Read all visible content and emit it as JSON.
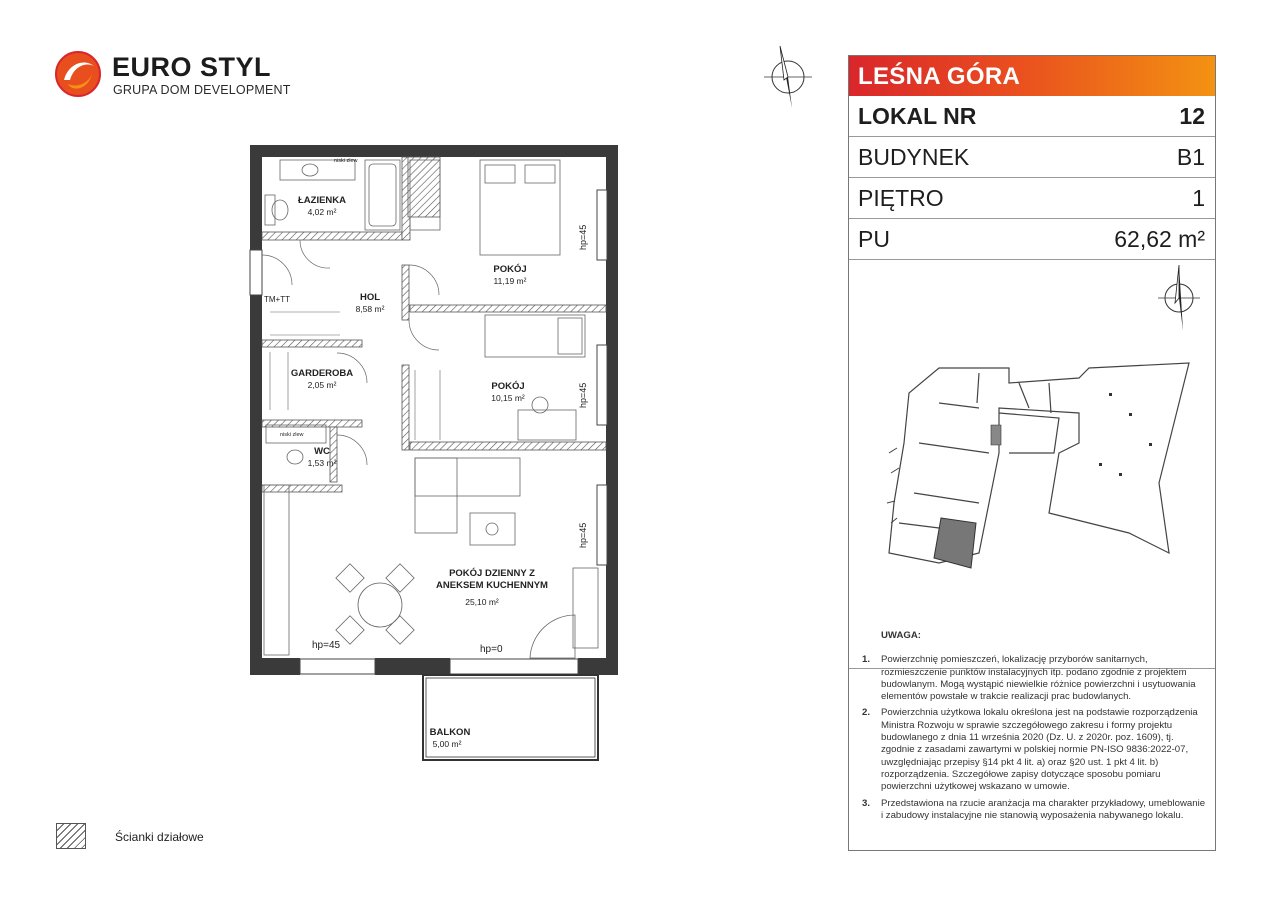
{
  "logo": {
    "brand": "EURO STYL",
    "subtitle": "GRUPA DOM DEVELOPMENT"
  },
  "colors": {
    "accent_start": "#d9262b",
    "accent_end": "#f39212",
    "wall": "#3a3a3a",
    "highlight": "#777777"
  },
  "panel": {
    "title": "LEŚNA GÓRA",
    "rows": [
      {
        "label": "LOKAL NR",
        "value": "12"
      },
      {
        "label": "BUDYNEK",
        "value": "B1"
      },
      {
        "label": "PIĘTRO",
        "value": "1"
      },
      {
        "label": "PU",
        "value": "62,62 m²"
      }
    ]
  },
  "notes": {
    "header": "UWAGA:",
    "items": [
      {
        "num": "1.",
        "text": "Powierzchnię pomieszczeń, lokalizację przyborów sanitarnych, rozmieszczenie punktów instalacyjnych itp. podano zgodnie z projektem budowlanym. Mogą wystąpić niewielkie różnice powierzchni i usytuowania elementów powstałe w trakcie realizacji prac budowlanych."
      },
      {
        "num": "2.",
        "text": "Powierzchnia użytkowa lokalu określona jest na podstawie rozporządzenia Ministra Rozwoju w sprawie szczegółowego zakresu i formy projektu budowlanego z dnia 11 września 2020 (Dz. U. z 2020r. poz. 1609), tj. zgodnie z zasadami zawartymi w polskiej normie PN-ISO 9836:2022-07, uwzględniając przepisy §14 pkt 4 lit. a) oraz §20 ust. 1 pkt 4 lit. b) rozporządzenia. Szczegółowe zapisy dotyczące sposobu pomiaru powierzchni użytkowej wskazano w umowie."
      },
      {
        "num": "3.",
        "text": "Przedstawiona na rzucie aranżacja ma charakter przykładowy, umeblowanie i zabudowy instalacyjne nie stanowią wyposażenia nabywanego lokalu."
      }
    ]
  },
  "legend": {
    "label": "Ścianki działowe"
  },
  "plan": {
    "rooms": [
      {
        "name": "ŁAZIENKA",
        "area": "4,02 m²"
      },
      {
        "name": "POKÓJ",
        "area": "11,19 m²"
      },
      {
        "name": "HOL",
        "area": "8,58 m²"
      },
      {
        "name": "POKÓJ",
        "area": "10,15 m²"
      },
      {
        "name": "GARDEROBA",
        "area": "2,05 m²"
      },
      {
        "name": "WC",
        "area": "1,53 m²"
      },
      {
        "name": "POKÓJ DZIENNY Z",
        "name2": "ANEKSEM KUCHENNYM",
        "area": "25,10 m²"
      },
      {
        "name": "BALKON",
        "area": "5,00 m²"
      }
    ],
    "labels": {
      "tm": "TM+TT",
      "hp45": "hp=45",
      "hp0": "hp=0",
      "sink1": "niski zlew",
      "sink2": "niski zlew"
    }
  }
}
